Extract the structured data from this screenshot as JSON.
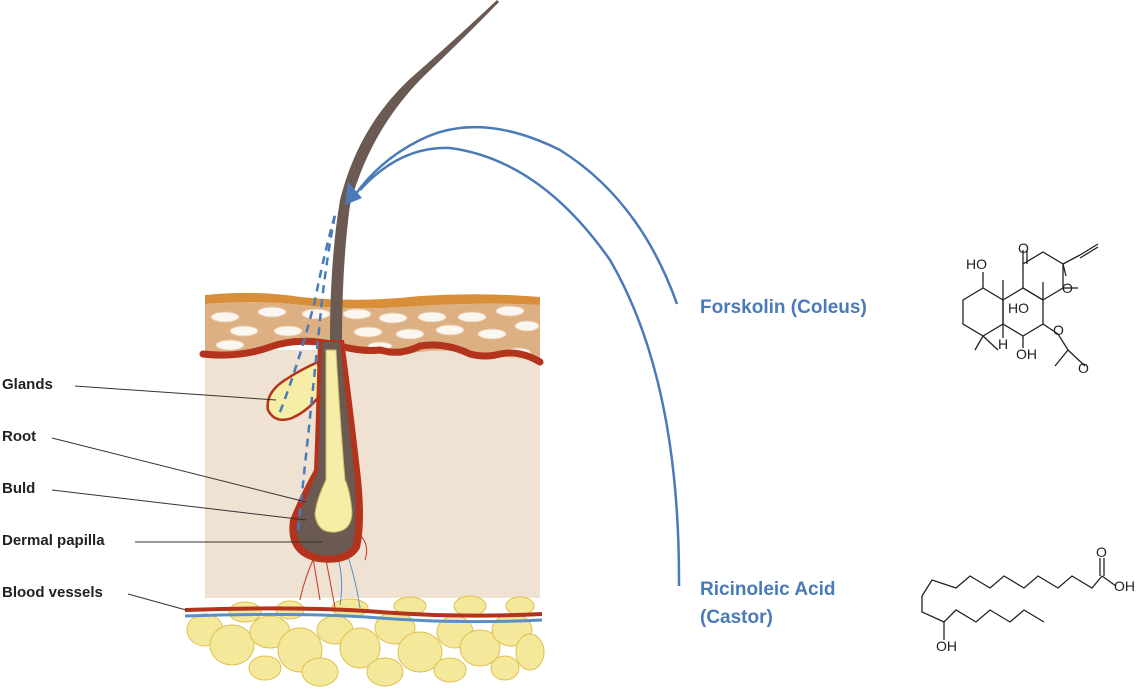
{
  "labels": {
    "glands": "Glands",
    "root": "Root",
    "buld": "Buld",
    "dermal_papilla": "Dermal papilla",
    "blood_vessels": "Blood vessels"
  },
  "ingredients": {
    "forskolin": "Forskolin (Coleus)",
    "ricinoleic_line1": "Ricinoleic Acid",
    "ricinoleic_line2": "(Castor)"
  },
  "chem_labels": {
    "forskolin": {
      "ho": "HO",
      "o_ketone": "O",
      "o_ring": "O",
      "ho_inner": "HO",
      "h": "H",
      "oh": "OH",
      "o_acetyl": "O",
      "o_carbonyl": "O"
    },
    "ricinoleic": {
      "o": "O",
      "oh_acid": "OH",
      "oh": "OH"
    }
  },
  "colors": {
    "accent_blue": "#4a7ab8",
    "skin_top": "#d98e3a",
    "skin_layer": "#ddb083",
    "dermis": "#efe2d2",
    "hair": "#6b5a52",
    "follicle_red": "#b3331c",
    "gland_yellow": "#f6eea6",
    "fat_yellow": "#f4e89a"
  }
}
